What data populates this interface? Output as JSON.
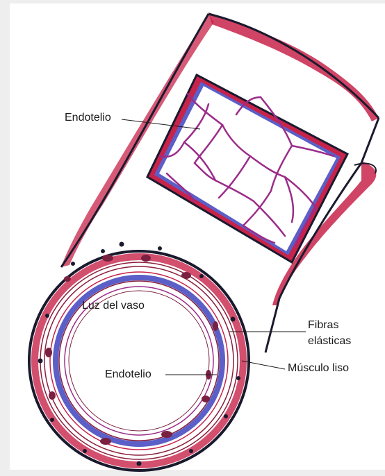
{
  "labels": {
    "endotelio_top": "Endotelio",
    "luz": "Luz del vaso",
    "fibras_line1": "Fibras",
    "fibras_line2": "elásticas",
    "musculo": "Músculo liso",
    "endotelio_bottom": "Endotelio"
  },
  "colors": {
    "outline": "#1a1a2e",
    "wall_red": "#c8234a",
    "elastic_blue": "#5b5fc7",
    "mesh_purple": "#9b2c8a",
    "muscle_line": "#8a1f3c",
    "nucleus": "#7a2040",
    "background": "#eeeeee",
    "paper": "#ffffff"
  }
}
